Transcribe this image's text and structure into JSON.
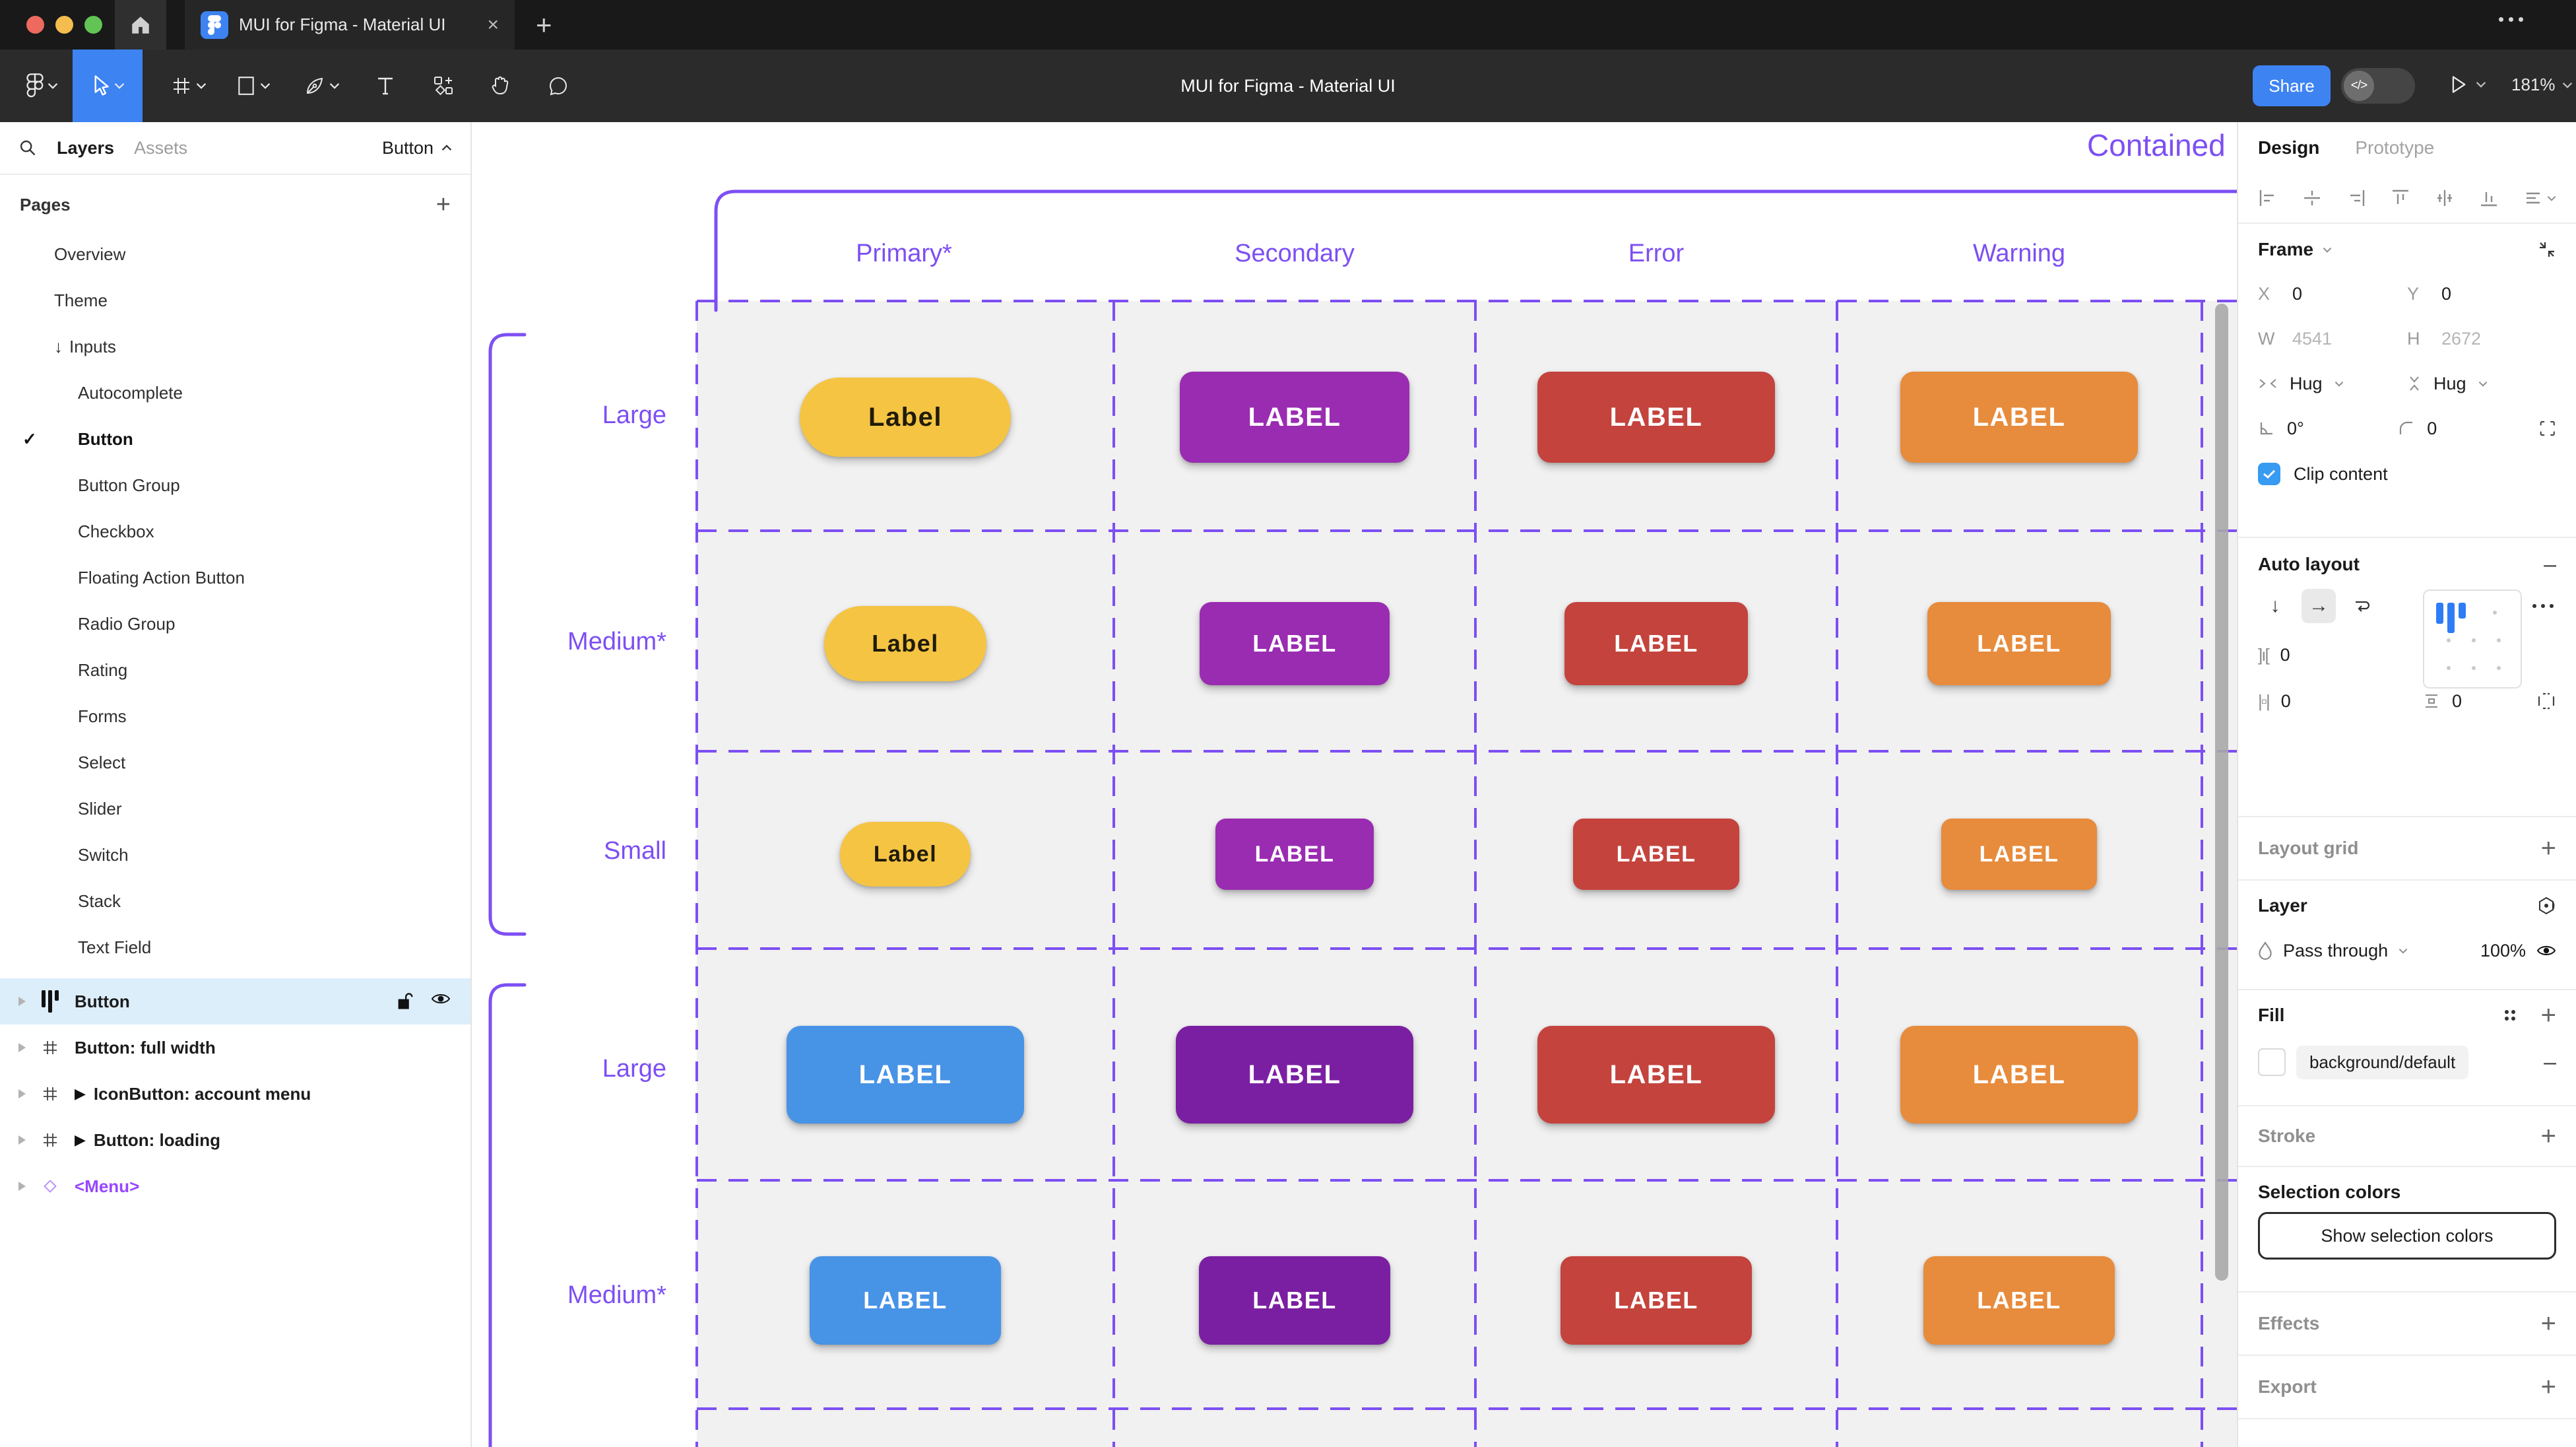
{
  "palette": {
    "figma_blue": "#3d83f2",
    "canvas_purple": "#7d4ff3",
    "component_purple": "#9747ff",
    "selection_row_blue": "#ddeefb",
    "cell_gray": "#f1f1f1",
    "primary_yellow": "#f5c443",
    "secondary_purple": "#9a2cb1",
    "error_red": "#c4433d",
    "warning_orange": "#e78b3c",
    "contained_blue": "#4793e6",
    "contained_purple_dark": "#7b1fa2"
  },
  "glyphs": {
    "check": "✓",
    "down_arrow": "↓",
    "right_arrow": "→",
    "play_marker": "▶",
    "plus": "+",
    "minus": "–",
    "close": "×",
    "dots": "…",
    "angle": "∟"
  },
  "icons": {
    "search": "magnifier",
    "home": "house",
    "figma_logo": "figma-mark",
    "move_tool": "cursor-arrow",
    "frame_tool": "hash-frame",
    "shape_tool": "rectangle",
    "pen_tool": "pen-nib",
    "text_tool": "T",
    "resources_tool": "shapes-plus",
    "hand_tool": "hand",
    "comment_tool": "speech-bubble",
    "dev_mode": "code-brackets",
    "present": "play-triangle",
    "lock_open": "padlock-open",
    "visible": "eye",
    "component": "diamond",
    "auto_layout": "vertical-bars",
    "blend": "hexagon",
    "opacity": "droplet",
    "fill_styles": "four-dots"
  },
  "browser": {
    "tab_title": "MUI for Figma - Material UI",
    "close_tab": "×",
    "new_tab": "+"
  },
  "toolbar": {
    "title": "MUI for Figma - Material UI",
    "share_label": "Share",
    "dev_mode_icon": "</>",
    "zoom_level": "181%"
  },
  "sidebar": {
    "tab_layers": "Layers",
    "tab_assets": "Assets",
    "page_selector_label": "Button",
    "pages_header": "Pages",
    "pages": [
      {
        "label": "Overview"
      },
      {
        "label": "Theme"
      },
      {
        "label": "Inputs",
        "prefix": "↓"
      },
      {
        "label": "Autocomplete"
      },
      {
        "label": "Button",
        "checked": true
      },
      {
        "label": "Button Group"
      },
      {
        "label": "Checkbox"
      },
      {
        "label": "Floating Action Button"
      },
      {
        "label": "Radio Group"
      },
      {
        "label": "Rating"
      },
      {
        "label": "Forms"
      },
      {
        "label": "Select"
      },
      {
        "label": "Slider"
      },
      {
        "label": "Switch"
      },
      {
        "label": "Stack"
      },
      {
        "label": "Text Field"
      }
    ],
    "layers": [
      {
        "label": "Button",
        "selected": true
      },
      {
        "label": "Button: full width"
      },
      {
        "label": "IconButton: account menu",
        "marker": "▶"
      },
      {
        "label": "Button: loading",
        "marker": "▶"
      },
      {
        "label": "<Menu>"
      }
    ]
  },
  "canvas": {
    "frame_title": "Contained",
    "column_headers": [
      "Primary*",
      "Secondary",
      "Error",
      "Warning"
    ],
    "rows": [
      {
        "label": "Large",
        "cells": [
          {
            "label": "Label",
            "bg": "#f5c443",
            "fg": "#201b0a"
          },
          {
            "label": "LABEL",
            "bg": "#9a2cb1",
            "fg": "#ffffff"
          },
          {
            "label": "LABEL",
            "bg": "#c4433d",
            "fg": "#ffffff"
          },
          {
            "label": "LABEL",
            "bg": "#e78b3c",
            "fg": "#ffffff"
          }
        ]
      },
      {
        "label": "Medium*",
        "cells": [
          {
            "label": "Label",
            "bg": "#f5c443",
            "fg": "#201b0a"
          },
          {
            "label": "LABEL",
            "bg": "#9a2cb1",
            "fg": "#ffffff"
          },
          {
            "label": "LABEL",
            "bg": "#c4433d",
            "fg": "#ffffff"
          },
          {
            "label": "LABEL",
            "bg": "#e78b3c",
            "fg": "#ffffff"
          }
        ]
      },
      {
        "label": "Small",
        "cells": [
          {
            "label": "Label",
            "bg": "#f5c443",
            "fg": "#201b0a"
          },
          {
            "label": "LABEL",
            "bg": "#9a2cb1",
            "fg": "#ffffff"
          },
          {
            "label": "LABEL",
            "bg": "#c4433d",
            "fg": "#ffffff"
          },
          {
            "label": "LABEL",
            "bg": "#e78b3c",
            "fg": "#ffffff"
          }
        ]
      },
      {
        "label": "Large",
        "cells": [
          {
            "label": "LABEL",
            "bg": "#4793e6",
            "fg": "#ffffff"
          },
          {
            "label": "LABEL",
            "bg": "#7b1fa2",
            "fg": "#ffffff"
          },
          {
            "label": "LABEL",
            "bg": "#c4433d",
            "fg": "#ffffff"
          },
          {
            "label": "LABEL",
            "bg": "#e78b3c",
            "fg": "#ffffff"
          }
        ]
      },
      {
        "label": "Medium*",
        "cells": [
          {
            "label": "LABEL",
            "bg": "#4793e6",
            "fg": "#ffffff"
          },
          {
            "label": "LABEL",
            "bg": "#7b1fa2",
            "fg": "#ffffff"
          },
          {
            "label": "LABEL",
            "bg": "#c4433d",
            "fg": "#ffffff"
          },
          {
            "label": "LABEL",
            "bg": "#e78b3c",
            "fg": "#ffffff"
          }
        ]
      }
    ]
  },
  "inspector": {
    "tab_design": "Design",
    "tab_prototype": "Prototype",
    "frame": {
      "title": "Frame",
      "x_label": "X",
      "x": "0",
      "y_label": "Y",
      "y": "0",
      "w_label": "W",
      "w": "4541",
      "h_label": "H",
      "h": "2672",
      "hug_h": "Hug",
      "hug_v": "Hug",
      "rotation": "0°",
      "corner_radius": "0",
      "clip_label": "Clip content"
    },
    "auto_layout": {
      "title": "Auto layout",
      "gap": "0",
      "padding_h": "0",
      "padding_v": "0"
    },
    "layout_grid": {
      "title": "Layout grid"
    },
    "layer": {
      "title": "Layer",
      "blend_mode": "Pass through",
      "opacity": "100%"
    },
    "fill": {
      "title": "Fill",
      "value": "background/default"
    },
    "stroke": {
      "title": "Stroke"
    },
    "selection_colors": {
      "title": "Selection colors",
      "button_label": "Show selection colors"
    },
    "effects": {
      "title": "Effects"
    },
    "export": {
      "title": "Export"
    }
  }
}
